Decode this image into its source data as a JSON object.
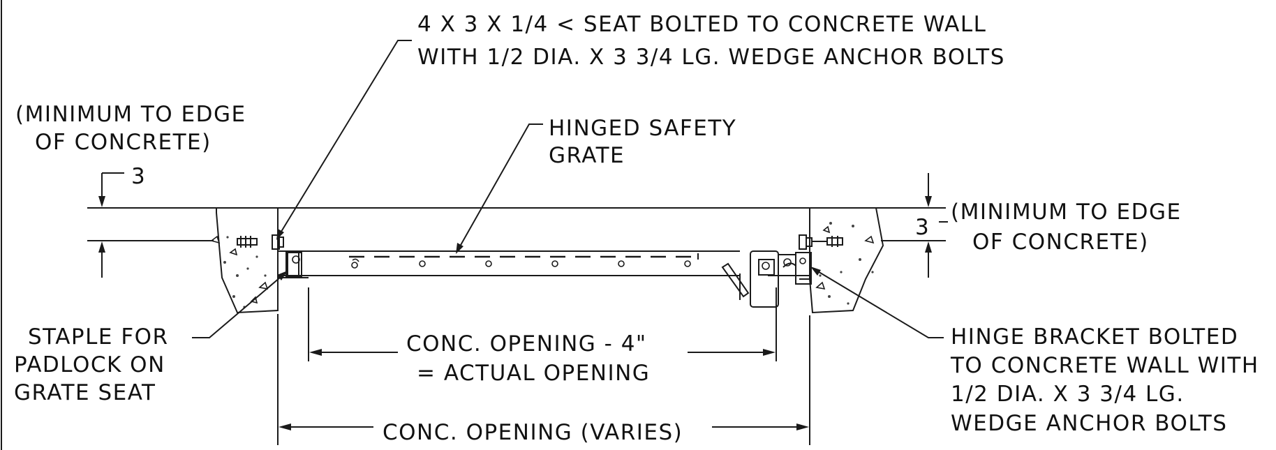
{
  "notes": {
    "seat": {
      "line1": "4 X 3 X 1/4 < SEAT BOLTED TO CONCRETE WALL",
      "line2": "WITH 1/2 DIA. X 3 3/4 LG. WEDGE ANCHOR BOLTS"
    },
    "min_edge_left": {
      "line1": "(MINIMUM TO EDGE",
      "line2": "OF CONCRETE)"
    },
    "dim_left": "3",
    "grate": {
      "line1": "HINGED SAFETY",
      "line2": "GRATE"
    },
    "dim_right": "3",
    "min_edge_right": {
      "line1": "(MINIMUM TO EDGE",
      "line2": "OF CONCRETE)"
    },
    "staple": {
      "line1": "STAPLE FOR",
      "line2": "PADLOCK ON",
      "line3": "GRATE SEAT"
    },
    "actual_opening": {
      "line1": "CONC. OPENING - 4\"",
      "line2": "= ACTUAL OPENING"
    },
    "hinge": {
      "line1": "HINGE BRACKET BOLTED",
      "line2": "TO CONCRETE WALL WITH",
      "line3": "1/2 DIA. X 3 3/4 LG.",
      "line4": "WEDGE ANCHOR BOLTS"
    },
    "conc_opening": "CONC. OPENING (VARIES)"
  }
}
